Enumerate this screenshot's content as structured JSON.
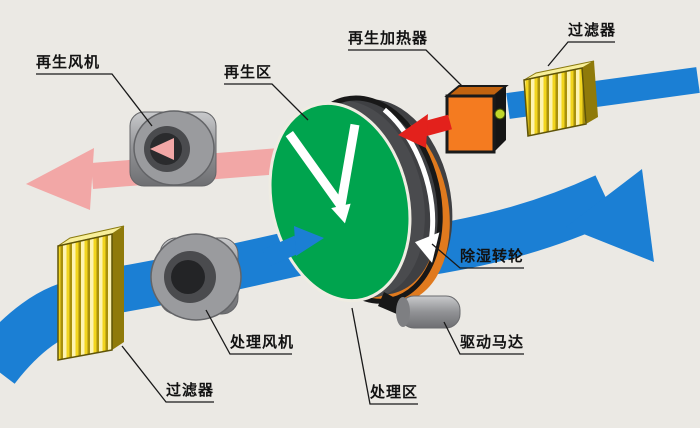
{
  "diagram": {
    "labels": {
      "regen_fan": "再生风机",
      "regen_zone": "再生区",
      "regen_heater": "再生加热器",
      "filter_top": "过滤器",
      "wheel": "除湿转轮",
      "drive_motor": "驱动马达",
      "process_fan": "处理风机",
      "process_zone": "处理区",
      "filter_bottom": "过滤器"
    },
    "colors": {
      "background": "#ebe9e4",
      "process_air_blue": "#1b7fd4",
      "regen_exhaust_pink": "#f2a7a6",
      "hot_air_red": "#e3211c",
      "wheel_green": "#00a44e",
      "wheel_rim_gray": "#3f4043",
      "wheel_sector_orange": "#e07a1e",
      "heater_orange": "#f47b20",
      "filter_yellow": "#f2d51f",
      "metal_gray": "#98999c"
    }
  }
}
